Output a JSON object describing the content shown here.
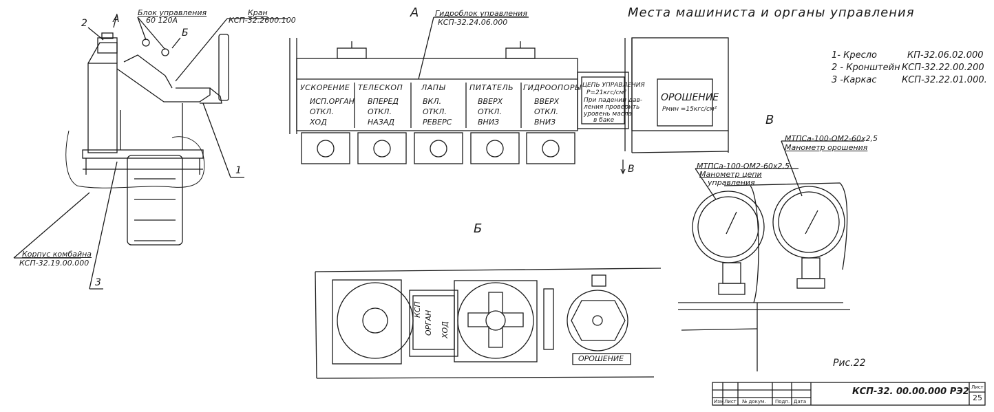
{
  "header": {
    "title": "Места машиниста и органы управления"
  },
  "views": {
    "a": "А",
    "b": "Б",
    "v": "В",
    "v_arrow": "В"
  },
  "left_view": {
    "block_label": "Блок управления",
    "block_sizes": "60   120А",
    "crane_label": "Кран",
    "crane_code": "КСП-32.2600.100",
    "arrow_a": "А",
    "arrow_b": "Б",
    "callout_1": "1",
    "callout_2": "2",
    "callout_3": "3",
    "body_label": "Корпус комбайна",
    "body_code": "КСП-32.19.00.000"
  },
  "hydro_block": {
    "label": "Гидроблок управления",
    "code": "КСП-32.24.06.000"
  },
  "control_panels": [
    {
      "title": "УСКОРЕНИЕ",
      "lines": [
        "ИСП.ОРГАН",
        "ОТКЛ.",
        "ХОД"
      ]
    },
    {
      "title": "ТЕЛЕСКОП",
      "lines": [
        "ВПЕРЕД",
        "ОТКЛ.",
        "НАЗАД"
      ]
    },
    {
      "title": "ЛАПЫ",
      "lines": [
        "ВКЛ.",
        "ОТКЛ.",
        "РЕВЕРС"
      ]
    },
    {
      "title": "ПИТАТЕЛЬ",
      "lines": [
        "ВВЕРХ",
        "ОТКЛ.",
        "ВНИЗ"
      ]
    },
    {
      "title": "ГИДРООПОРЫ",
      "lines": [
        "ВВЕРХ",
        "ОТКЛ.",
        "ВНИЗ"
      ]
    }
  ],
  "control_circuit_panel": {
    "title": "ЦЕПЬ УПРАВЛЕНИЯ",
    "pressure": "Р=21кгс/см²",
    "lines": [
      "При падении дав-",
      "ления проверить",
      "уровень масла",
      "в баке"
    ]
  },
  "spray_panel": {
    "title": "ОРОШЕНИЕ",
    "pressure": "Рмин =15кгс/см²"
  },
  "parts_list": [
    {
      "name": "1- Кресло",
      "code": "КП-32.06.02.000"
    },
    {
      "name": "2 - Кронштейн",
      "code": "КСП-32.22.00.200"
    },
    {
      "name": "3 -Каркас",
      "code": "КСП-32.22.01.000."
    }
  ],
  "gauges": {
    "left_model": "МТПСа-100-ОМ2-60х2,5",
    "left_name": "Манометр цепи",
    "left_name2": "управления",
    "right_model": "МТПСа-100-ОМ2-60х2,5",
    "right_name": "Манометр орошения"
  },
  "view_b_labels": {
    "ksp": "КСП",
    "organ": "ОРГАН",
    "hod": "ХОД",
    "spray": "ОРОШЕНИЕ"
  },
  "figure_caption": "Рис.22",
  "title_block": {
    "doc_code": "КСП-32. 00.00.000 РЭ2",
    "sheet_label": "Лист",
    "sheet_number": "25",
    "cols": [
      "Изм",
      "Лист",
      "№ докум.",
      "Подп.",
      "Дата"
    ]
  }
}
